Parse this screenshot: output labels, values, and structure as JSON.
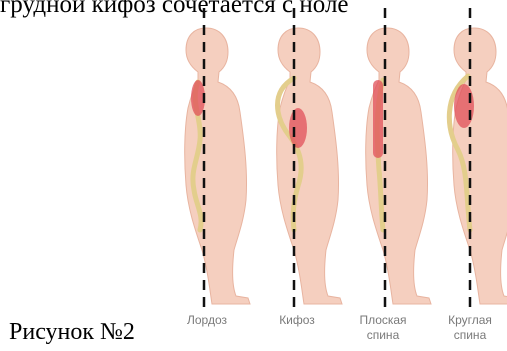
{
  "top_text": "грудной кифоз сочетается с ноле",
  "figure_caption": "Рисунок №2",
  "figures": [
    {
      "id": "lordosis",
      "label": "Лордоз"
    },
    {
      "id": "kyphosis",
      "label": "Кифоз"
    },
    {
      "id": "flat-back",
      "label": "Плоская спина"
    },
    {
      "id": "round-back",
      "label": "Круглая спина"
    }
  ],
  "colors": {
    "skin": "#f5cfbf",
    "skin_outline": "#e8b4a0",
    "spine": "#e3ce8c",
    "muscle": "#e0505a",
    "dashed_line": "#111111",
    "label_text": "#7a7a7a"
  }
}
